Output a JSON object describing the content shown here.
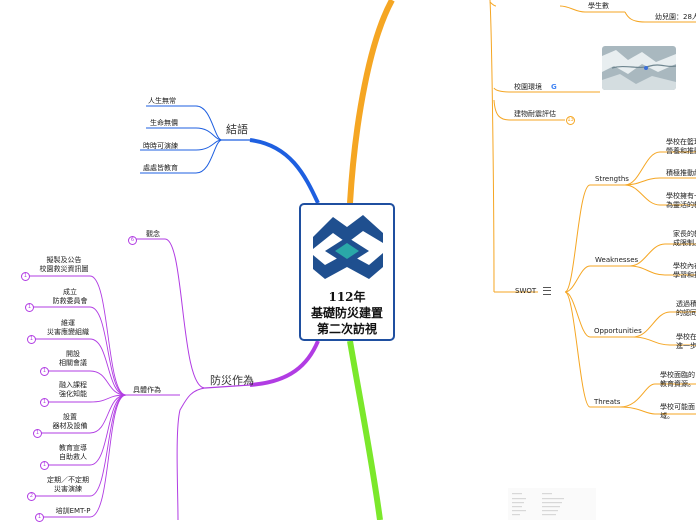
{
  "central": {
    "title_line1": "112年",
    "title_line2": "基礎防災建置",
    "title_line3": "第二次訪視"
  },
  "colors": {
    "blue": "#1e5fe0",
    "purple": "#b13ce3",
    "orange": "#f5a623",
    "green": "#7be82b",
    "logo_navy": "#1f4f8f",
    "logo_teal": "#2aa8a8"
  },
  "icons": {
    "logo": "school-logo-icon",
    "map": "map-thumbnail-icon",
    "google": "google-icon",
    "menu": "list-icon"
  },
  "branches": {
    "jielun": {
      "label": "結語",
      "items": [
        "人生無常",
        "生命無價",
        "時時可演練",
        "處處皆教育"
      ]
    },
    "fangzai": {
      "label": "防災作為",
      "concept": {
        "label": "觀念",
        "badge": "6"
      },
      "actions": {
        "label": "具體作為",
        "items": [
          {
            "line1": "擬製及公告",
            "line2": "校園救災資訊圖",
            "badge": "1"
          },
          {
            "line1": "成立",
            "line2": "防救委員會",
            "badge": "1"
          },
          {
            "line1": "維運",
            "line2": "災害應變組織",
            "badge": "1"
          },
          {
            "line1": "開設",
            "line2": "相關會議",
            "badge": "1"
          },
          {
            "line1": "融入課程",
            "line2": "強化知能",
            "badge": "1"
          },
          {
            "line1": "設置",
            "line2": "器材及設備",
            "badge": "1"
          },
          {
            "line1": "教育宣導",
            "line2": "自助救人",
            "badge": "1"
          },
          {
            "line1": "定期／不定期",
            "line2": "災害演練",
            "badge": "2"
          },
          {
            "line1": "培訓EMT-P",
            "line2": "",
            "badge": "1"
          }
        ]
      }
    },
    "right": {
      "students": "學生數",
      "kindergarten": "幼兒園：28人",
      "campus_map": "校園環境",
      "seismic": "建物耐震評估",
      "seismic_badge": "13",
      "swot": {
        "label": "SWOT",
        "strengths": {
          "label": "Strengths",
          "items": [
            {
              "line1": "學校在籃球",
              "line2": "營養和推動"
            },
            {
              "line1": "積極推動綠",
              "line2": ""
            },
            {
              "line1": "學校擁有一",
              "line2": "為靈活的教"
            }
          ]
        },
        "weaknesses": {
          "label": "Weaknesses",
          "items": [
            {
              "line1": "家長的教",
              "line2": "成限制。"
            },
            {
              "line1": "學校內存",
              "line2": "學習和技"
            }
          ]
        },
        "opportunities": {
          "label": "Opportunities",
          "items": [
            {
              "line1": "透過積極",
              "line2": "的認同。"
            },
            {
              "line1": "學校在國",
              "line2": "進一步提"
            }
          ]
        },
        "threats": {
          "label": "Threats",
          "items": [
            {
              "line1": "學校面臨的",
              "line2": "教育資源。"
            },
            {
              "line1": "學校可能面",
              "line2": "域。"
            }
          ]
        }
      }
    }
  }
}
